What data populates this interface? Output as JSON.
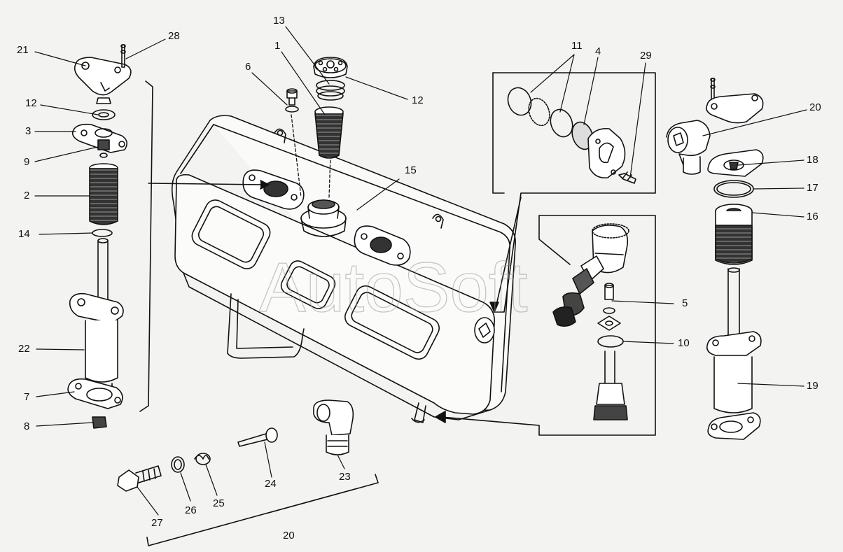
{
  "diagram": {
    "watermark": "AutoSoft",
    "callouts": [
      {
        "id": "c21-left",
        "text": "21"
      },
      {
        "id": "c28-left",
        "text": "28"
      },
      {
        "id": "c12-left",
        "text": "12"
      },
      {
        "id": "c3-left",
        "text": "3"
      },
      {
        "id": "c9-left",
        "text": "9"
      },
      {
        "id": "c2-left",
        "text": "2"
      },
      {
        "id": "c14-left",
        "text": "14"
      },
      {
        "id": "c22-left",
        "text": "22"
      },
      {
        "id": "c7-left",
        "text": "7"
      },
      {
        "id": "c8-left",
        "text": "8"
      },
      {
        "id": "c13-top",
        "text": "13"
      },
      {
        "id": "c1-top",
        "text": "1"
      },
      {
        "id": "c6-top",
        "text": "6"
      },
      {
        "id": "c12-top",
        "text": "12"
      },
      {
        "id": "c15-tank",
        "text": "15"
      },
      {
        "id": "c11-box",
        "text": "11"
      },
      {
        "id": "c4-box",
        "text": "4"
      },
      {
        "id": "c29-box",
        "text": "29"
      },
      {
        "id": "c5-box",
        "text": "5"
      },
      {
        "id": "c10-box",
        "text": "10"
      },
      {
        "id": "c20-right",
        "text": "20"
      },
      {
        "id": "c18-right",
        "text": "18"
      },
      {
        "id": "c17-right",
        "text": "17"
      },
      {
        "id": "c16-right",
        "text": "16"
      },
      {
        "id": "c19-right",
        "text": "19"
      },
      {
        "id": "c27-bottom",
        "text": "27"
      },
      {
        "id": "c26-bottom",
        "text": "26"
      },
      {
        "id": "c25-bottom",
        "text": "25"
      },
      {
        "id": "c24-bottom",
        "text": "24"
      },
      {
        "id": "c23-bottom",
        "text": "23"
      },
      {
        "id": "c20-bottom",
        "text": "20"
      }
    ]
  }
}
